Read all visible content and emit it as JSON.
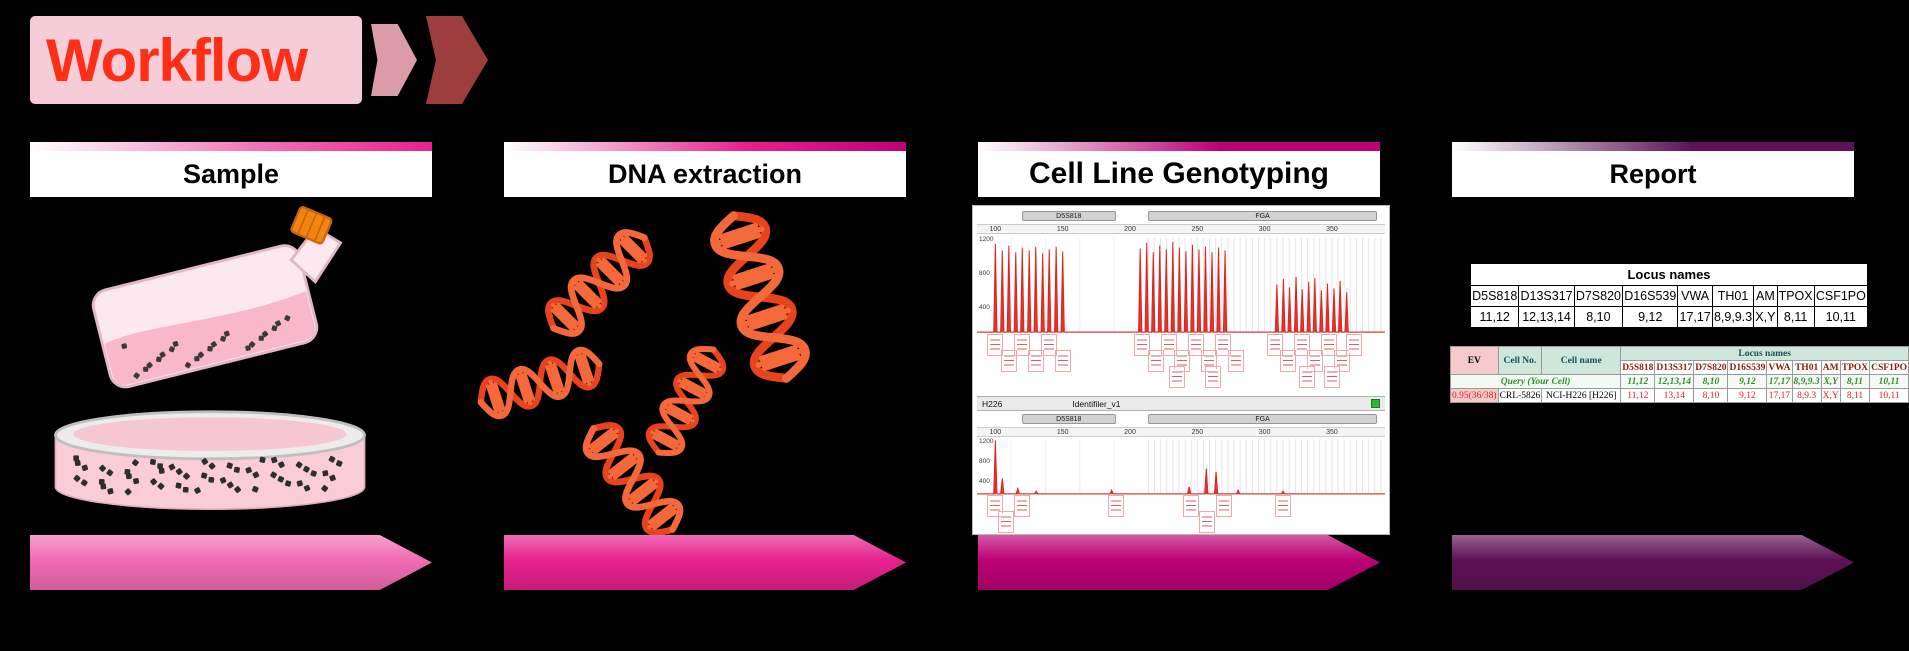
{
  "title": {
    "text": "Workflow"
  },
  "columns": [
    {
      "header": "Sample"
    },
    {
      "header": "DNA extraction"
    },
    {
      "header": "Cell Line Genotyping"
    },
    {
      "header": "Report"
    }
  ],
  "colors": {
    "titleText": "#fe2f14",
    "titleBg": "#f6ccd9",
    "chevSmall": "#dc9ba8",
    "chevLarge": "#9d3e3c",
    "arrow1": "#f16cb4",
    "arrow2": "#e7218e",
    "arrow3": "#bc0176",
    "arrow4": "#5e1156",
    "dnaStrand": "#e8431c",
    "dnaStrand2": "#f4683a",
    "peak": "#dd241e"
  },
  "genotyping": {
    "epg_header": {
      "sample_name": "H226",
      "panel_title": "Identifiler_v1"
    },
    "markers": [
      "D5S818",
      "FGA"
    ],
    "x_ticks": [
      "100",
      "150",
      "200",
      "250",
      "300",
      "350"
    ],
    "y_ticks": [
      "1200",
      "800",
      "400"
    ],
    "panel_a": {
      "peaks": [
        [
          0.045,
          0.93
        ],
        [
          0.062,
          0.86
        ],
        [
          0.078,
          0.91
        ],
        [
          0.095,
          0.84
        ],
        [
          0.111,
          0.89
        ],
        [
          0.128,
          0.86
        ],
        [
          0.144,
          0.9
        ],
        [
          0.161,
          0.83
        ],
        [
          0.177,
          0.87
        ],
        [
          0.194,
          0.9
        ],
        [
          0.21,
          0.85
        ],
        [
          0.4,
          0.88
        ],
        [
          0.416,
          0.94
        ],
        [
          0.432,
          0.84
        ],
        [
          0.448,
          0.91
        ],
        [
          0.464,
          0.87
        ],
        [
          0.48,
          0.95
        ],
        [
          0.496,
          0.89
        ],
        [
          0.512,
          0.85
        ],
        [
          0.528,
          0.92
        ],
        [
          0.544,
          0.87
        ],
        [
          0.56,
          0.9
        ],
        [
          0.576,
          0.84
        ],
        [
          0.592,
          0.89
        ],
        [
          0.608,
          0.86
        ],
        [
          0.735,
          0.5
        ],
        [
          0.751,
          0.56
        ],
        [
          0.766,
          0.47
        ],
        [
          0.782,
          0.58
        ],
        [
          0.797,
          0.45
        ],
        [
          0.813,
          0.53
        ],
        [
          0.828,
          0.57
        ],
        [
          0.844,
          0.44
        ],
        [
          0.859,
          0.51
        ],
        [
          0.875,
          0.46
        ],
        [
          0.89,
          0.54
        ],
        [
          0.906,
          0.42
        ]
      ],
      "callouts": [
        [
          0.025,
          0
        ],
        [
          0.058,
          1
        ],
        [
          0.091,
          0
        ],
        [
          0.124,
          1
        ],
        [
          0.157,
          0
        ],
        [
          0.19,
          1
        ],
        [
          0.385,
          0
        ],
        [
          0.418,
          1
        ],
        [
          0.451,
          0
        ],
        [
          0.484,
          1
        ],
        [
          0.517,
          0
        ],
        [
          0.55,
          1
        ],
        [
          0.583,
          0
        ],
        [
          0.616,
          1
        ],
        [
          0.47,
          2
        ],
        [
          0.56,
          2
        ],
        [
          0.71,
          0
        ],
        [
          0.743,
          1
        ],
        [
          0.776,
          0
        ],
        [
          0.809,
          1
        ],
        [
          0.842,
          0
        ],
        [
          0.875,
          1
        ],
        [
          0.905,
          0
        ],
        [
          0.79,
          2
        ],
        [
          0.85,
          2
        ]
      ]
    },
    "panel_b": {
      "peaks": [
        [
          0.045,
          0.97
        ],
        [
          0.062,
          0.28
        ],
        [
          0.1,
          0.1
        ],
        [
          0.145,
          0.05
        ],
        [
          0.33,
          0.07
        ],
        [
          0.52,
          0.13
        ],
        [
          0.562,
          0.46
        ],
        [
          0.586,
          0.4
        ],
        [
          0.64,
          0.07
        ],
        [
          0.75,
          0.05
        ]
      ],
      "callouts": [
        [
          0.025,
          0
        ],
        [
          0.052,
          1
        ],
        [
          0.09,
          0
        ],
        [
          0.32,
          0
        ],
        [
          0.505,
          0
        ],
        [
          0.545,
          1
        ],
        [
          0.585,
          0
        ],
        [
          0.73,
          0
        ]
      ]
    }
  },
  "report": {
    "locus_table": {
      "title": "Locus names",
      "headers": [
        "D5S818",
        "D13S317",
        "D7S820",
        "D16S539",
        "VWA",
        "TH01",
        "AM",
        "TPOX",
        "CSF1PO"
      ],
      "values": [
        "11,12",
        "12,13,14",
        "8,10",
        "9,12",
        "17,17",
        "8,9,9.3",
        "X,Y",
        "8,11",
        "10,11"
      ]
    },
    "match_table": {
      "ev_label": "EV",
      "cell_no_label": "Cell No.",
      "cell_name_label": "Cell name",
      "locus_header": "Locus names",
      "loci": [
        "D5S818",
        "D13S317",
        "D7S820",
        "D16S539",
        "VWA",
        "TH01",
        "AM",
        "TPOX",
        "CSF1PO"
      ],
      "query_label": "Query (Your Cell)",
      "query_values": [
        "11,12",
        "12,13,14",
        "8,10",
        "9,12",
        "17,17",
        "8,9,9.3",
        "X,Y",
        "8,11",
        "10,11"
      ],
      "match_row": {
        "ev_value": "0.95(36/38)",
        "cell_no": "CRL-5826",
        "cell_name": "NCI-H226 [H226]",
        "values": [
          "11,12",
          "13,14",
          "8,10",
          "9,12",
          "17,17",
          "8,9.3",
          "X,Y",
          "8,11",
          "10,11"
        ]
      }
    }
  }
}
